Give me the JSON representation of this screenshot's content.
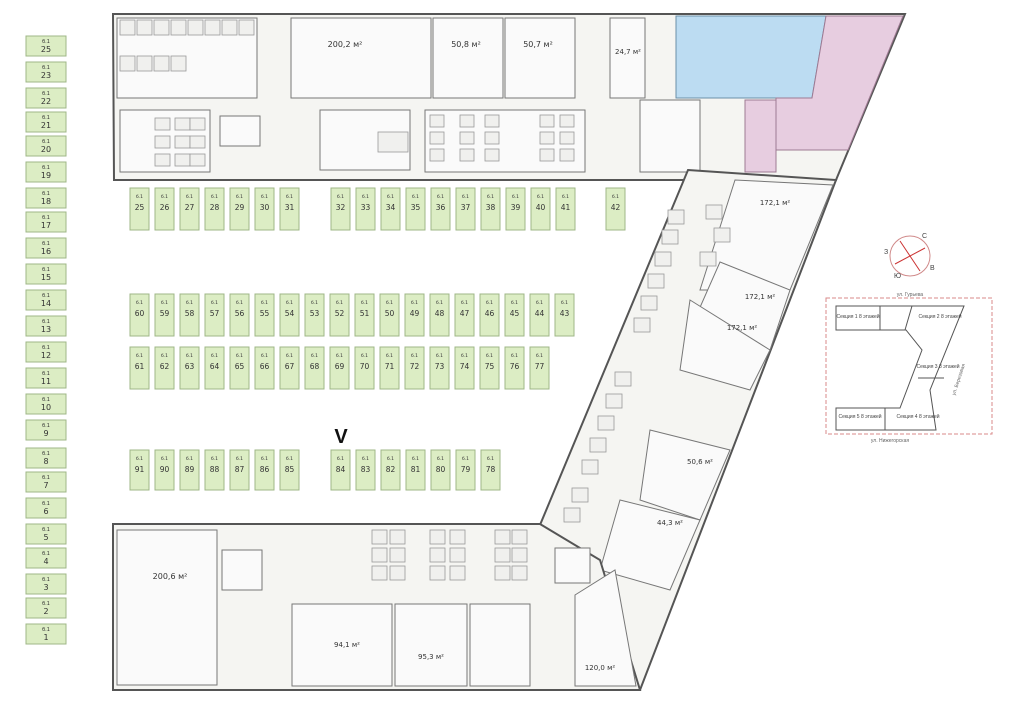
{
  "left_column": [
    {
      "n": "25"
    },
    {
      "n": "23"
    },
    {
      "n": "22"
    },
    {
      "n": "21"
    },
    {
      "n": "20"
    },
    {
      "n": "19"
    },
    {
      "n": "18"
    },
    {
      "n": "17"
    },
    {
      "n": "16"
    },
    {
      "n": "15"
    },
    {
      "n": "14"
    },
    {
      "n": "13"
    },
    {
      "n": "12"
    },
    {
      "n": "11"
    },
    {
      "n": "10"
    },
    {
      "n": "9"
    },
    {
      "n": "8"
    },
    {
      "n": "7"
    },
    {
      "n": "6"
    },
    {
      "n": "5"
    },
    {
      "n": "4"
    },
    {
      "n": "3"
    },
    {
      "n": "2"
    },
    {
      "n": "1"
    }
  ],
  "spot_prefix": "б.1",
  "row1": [
    "25",
    "26",
    "27",
    "28",
    "29",
    "30",
    "31",
    "32",
    "33",
    "34",
    "35",
    "36",
    "37",
    "38",
    "39",
    "40",
    "41",
    "42"
  ],
  "row2": [
    "60",
    "59",
    "58",
    "57",
    "56",
    "55",
    "54",
    "53",
    "52",
    "51",
    "50",
    "49",
    "48",
    "47",
    "46",
    "45",
    "44",
    "43"
  ],
  "row3": [
    "61",
    "62",
    "63",
    "64",
    "65",
    "66",
    "67",
    "68",
    "69",
    "70",
    "71",
    "72",
    "73",
    "74",
    "75",
    "76",
    "77"
  ],
  "row4": [
    "91",
    "90",
    "89",
    "88",
    "87",
    "86",
    "85",
    "84",
    "83",
    "82",
    "81",
    "80",
    "79",
    "78"
  ],
  "areas": {
    "a1": "200,2 м²",
    "a2": "50,8 м²",
    "a3": "50,7 м²",
    "a4": "24,7 м²",
    "a5": "172,1 м²",
    "a6": "172,1 м²",
    "a7": "172,1 м²",
    "a8": "50,6 м²",
    "a9": "44,3 м²",
    "a10": "200,6 м²",
    "a11": "94,1 м²",
    "a12": "95,3 м²",
    "a13": "120,0 м²"
  },
  "marker": "V",
  "mini_map": {
    "street_top": "ул. Гурьева",
    "street_bottom": "ул. Нижегорская",
    "street_side": "ул. Березовая",
    "sec1": "Секция 1\n8 этажей",
    "sec2": "Секция 2\n8 этажей",
    "sec3": "Секция 3\n8 этажей",
    "sec4": "Секция 4\n8 этажей",
    "sec5": "Секция 5\n8 этажей"
  },
  "compass": {
    "n": "С",
    "s": "Ю",
    "w": "З",
    "e": "В"
  },
  "colors": {
    "spot": "#dcedc4",
    "blue": "#bcdcf2",
    "pink": "#e7cde0",
    "mini_map_border": "#d88a8a"
  }
}
